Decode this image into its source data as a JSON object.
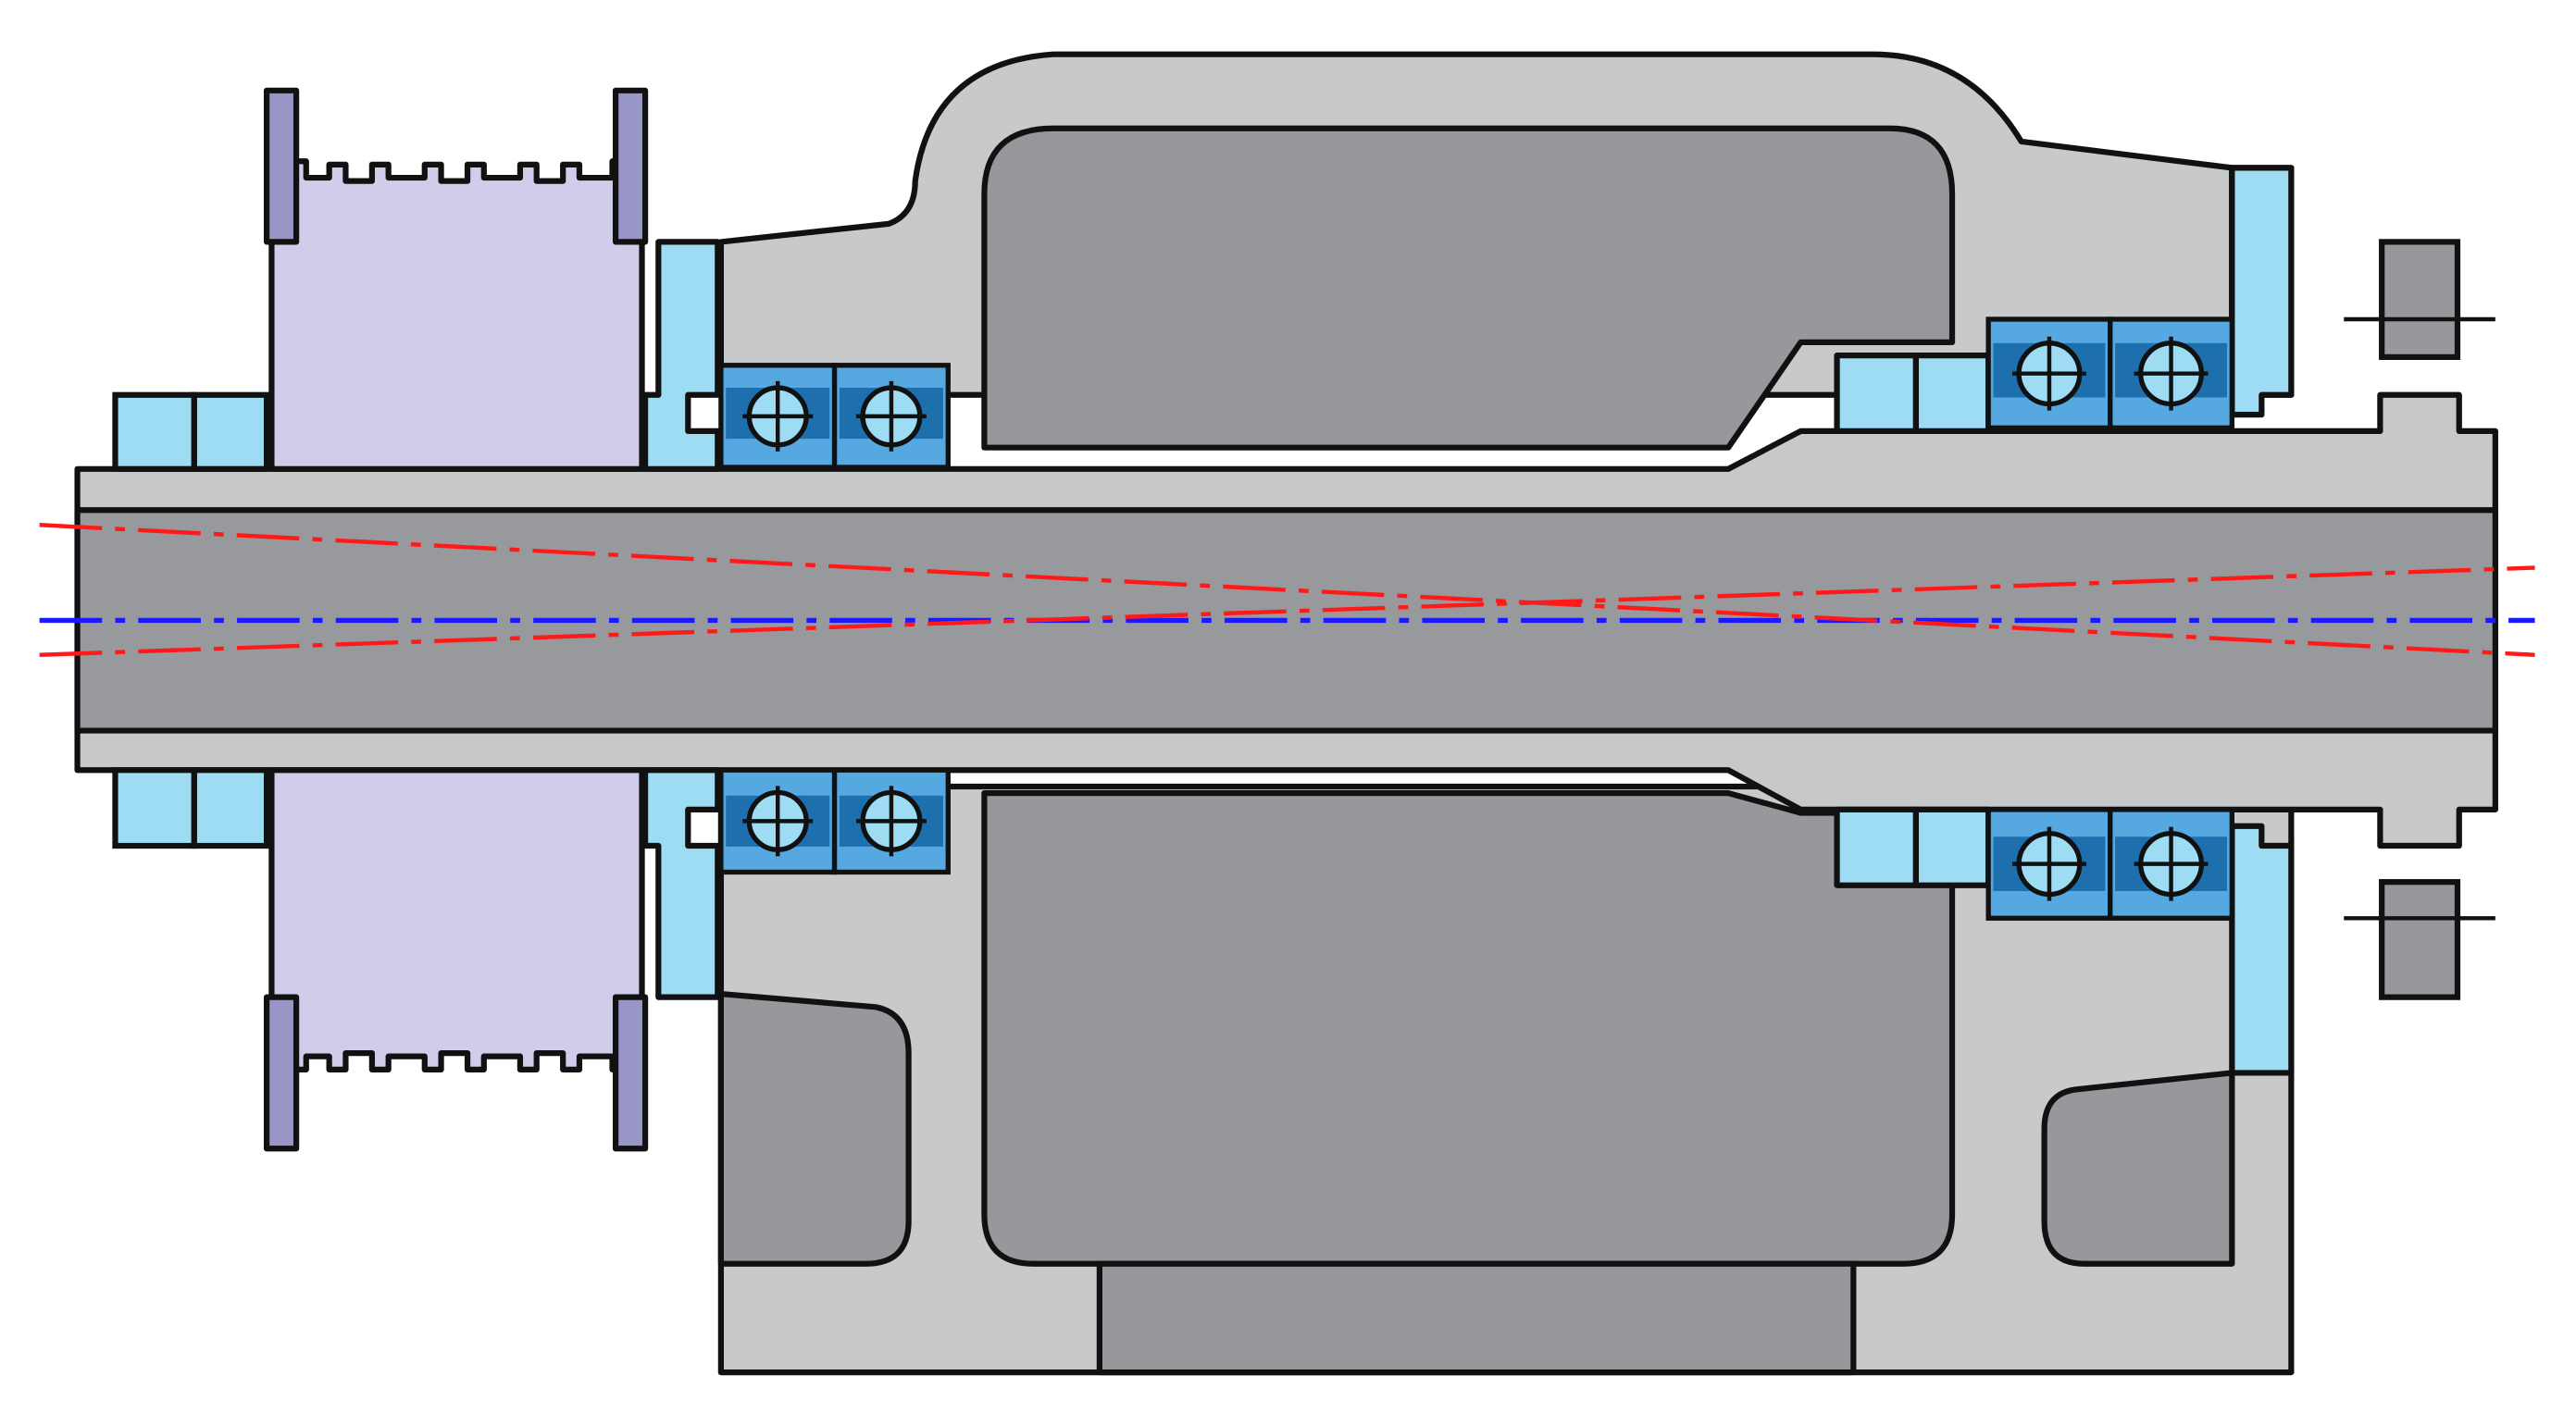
{
  "colors": {
    "background": "#ffffff",
    "outline": "#111111",
    "housing": "#c8c9cb",
    "cavity": "#97989b",
    "shaft_bore": "#98999c",
    "shaft": "#c7c8ca",
    "pulley": "#cfcde9",
    "flange": "#9896c7",
    "light_blue": "#9edcf4",
    "bearing_blue": "#55a9e0",
    "bearing_dark": "#1e6fae",
    "centerline_blue": "#1a1aff",
    "alignment_red": "#ff1a1a"
  },
  "diagram": {
    "kind": "spindle-assembly-cross-section",
    "components": [
      "housing",
      "hollow-shaft",
      "timing-pulley",
      "front-bearing-pair",
      "rear-bearing-pair",
      "bearing-covers",
      "spacer-rings",
      "locknut",
      "axis-centerline",
      "alignment-lines"
    ],
    "bearing_groups": [
      {
        "id": "front-top",
        "pair": 2
      },
      {
        "id": "front-bottom",
        "pair": 2
      },
      {
        "id": "rear-top",
        "pair": 2
      },
      {
        "id": "rear-bottom",
        "pair": 2
      }
    ]
  }
}
